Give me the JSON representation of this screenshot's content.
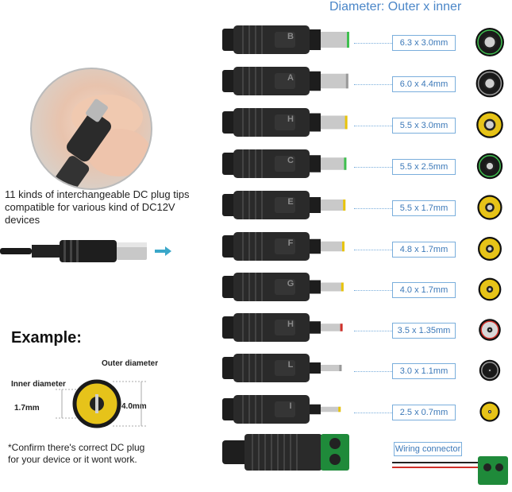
{
  "header": {
    "title": "Diameter: Outer x inner"
  },
  "intro": {
    "line1": "11 kinds of interchangeable DC plug tips",
    "line2": "compatible for various kind of DC12V devices"
  },
  "example": {
    "title": "Example:",
    "outer_label": "Outer diameter",
    "inner_label": "Inner diameter",
    "inner_value": "1.7mm",
    "outer_value": "4.0mm"
  },
  "confirm": {
    "line1": "*Confirm there's correct DC plug",
    "line2": "for your device or it wont work."
  },
  "tips": [
    {
      "letter": "B",
      "size": "6.3 x 3.0mm",
      "accent": "#3fbf4f"
    },
    {
      "letter": "A",
      "size": "6.0 x 4.4mm",
      "accent": "#9a9a9a"
    },
    {
      "letter": "H",
      "size": "5.5 x 3.0mm",
      "accent": "#e8c40a"
    },
    {
      "letter": "C",
      "size": "5.5 x 2.5mm",
      "accent": "#3fbf4f"
    },
    {
      "letter": "E",
      "size": "5.5 x 1.7mm",
      "accent": "#e8c40a"
    },
    {
      "letter": "F",
      "size": "4.8 x 1.7mm",
      "accent": "#e8c40a"
    },
    {
      "letter": "G",
      "size": "4.0 x 1.7mm",
      "accent": "#e8c40a"
    },
    {
      "letter": "H",
      "size": "3.5 x 1.35mm",
      "accent": "#d0302a"
    },
    {
      "letter": "L",
      "size": "3.0 x 1.1mm",
      "accent": "#9a9a9a"
    },
    {
      "letter": "I",
      "size": "2.5 x 0.7mm",
      "accent": "#e8c40a"
    }
  ],
  "wiring": {
    "label": "Wiring connector"
  }
}
